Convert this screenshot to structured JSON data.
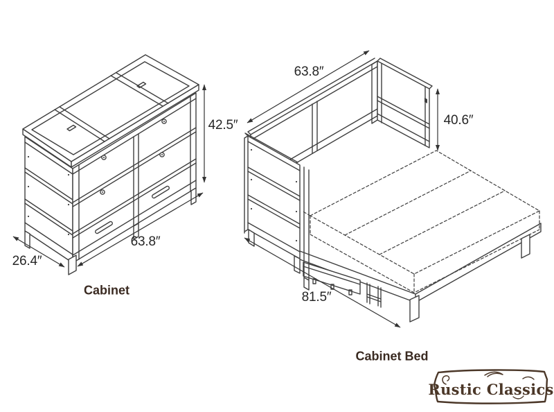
{
  "diagram": {
    "cabinet": {
      "label": "Cabinet",
      "height": "42.5″",
      "length": "63.8″",
      "depth": "26.4″"
    },
    "cabinet_bed": {
      "label": "Cabinet Bed",
      "headboard_width": "63.8″",
      "height": "40.6″",
      "length": "81.5″"
    }
  },
  "logo": {
    "text": "Rustic Classics"
  },
  "colors": {
    "background": "#ffffff",
    "line": "#3e3e3e",
    "dimension_text": "#262626",
    "label_text": "#3a2a21",
    "logo_brown": "#4b3728"
  }
}
